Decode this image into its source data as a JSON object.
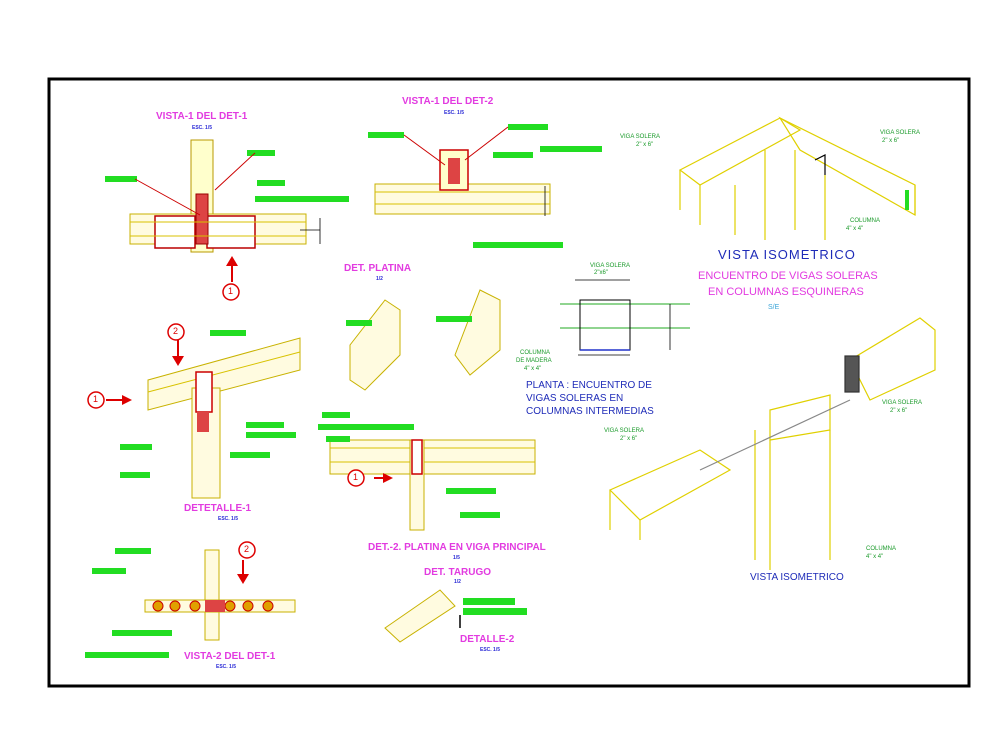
{
  "drawing": {
    "titles": {
      "vista1_det1": "VISTA-1 DEL DET-1",
      "vista1_det2": "VISTA-1 DEL DET-2",
      "detalle1": "DETETALLE-1",
      "vista2_det1": "VISTA-2 DEL DET-1",
      "det_platina": "DET. PLATINA",
      "det2_platina": "DET.-2. PLATINA EN VIGA PRINCIPAL",
      "det_tarugo": "DET. TARUGO",
      "detalle2": "DETALLE-2",
      "vista_iso_1": "VISTA  ISOMETRICO",
      "encuentro_l1": "ENCUENTRO DE VIGAS SOLERAS",
      "encuentro_l2": "EN COLUMNAS ESQUINERAS",
      "planta_l1": "PLANTA : ENCUENTRO DE",
      "planta_l2": "VIGAS SOLERAS EN",
      "planta_l3": "COLUMNAS INTERMEDIAS",
      "vista_iso_2": "VISTA ISOMETRICO"
    },
    "scales": {
      "vista1_det1": "ESC. 1/5",
      "vista1_det2": "ESC. 1/5",
      "detalle1": "ESC. 1/5",
      "vista2_det1": "ESC. 1/5",
      "det_platina": "1/2",
      "det2_platina": "1/5",
      "det_tarugo": "1/2",
      "detalle2": "ESC. 1/5",
      "encuentro": "S/E"
    },
    "labels": {
      "viga_solera": "VIGA SOLERA",
      "dim_2x6": "2\" x 6\"",
      "columna": "COLUMNA",
      "dim_4x4": "4\" x 4\"",
      "columna_de_madera_l1": "COLUMNA",
      "columna_de_madera_l2": "DE MADERA",
      "viga_solera_plan_dim": "2\"x6\""
    },
    "markers": {
      "one": "1",
      "two": "2"
    },
    "colors": {
      "frame": "#000000",
      "wood": "#ffff33",
      "steel": "#cc1111",
      "green_tag": "#22dd22",
      "title": "#e23be0",
      "blue_text": "#1e2bb8"
    }
  }
}
